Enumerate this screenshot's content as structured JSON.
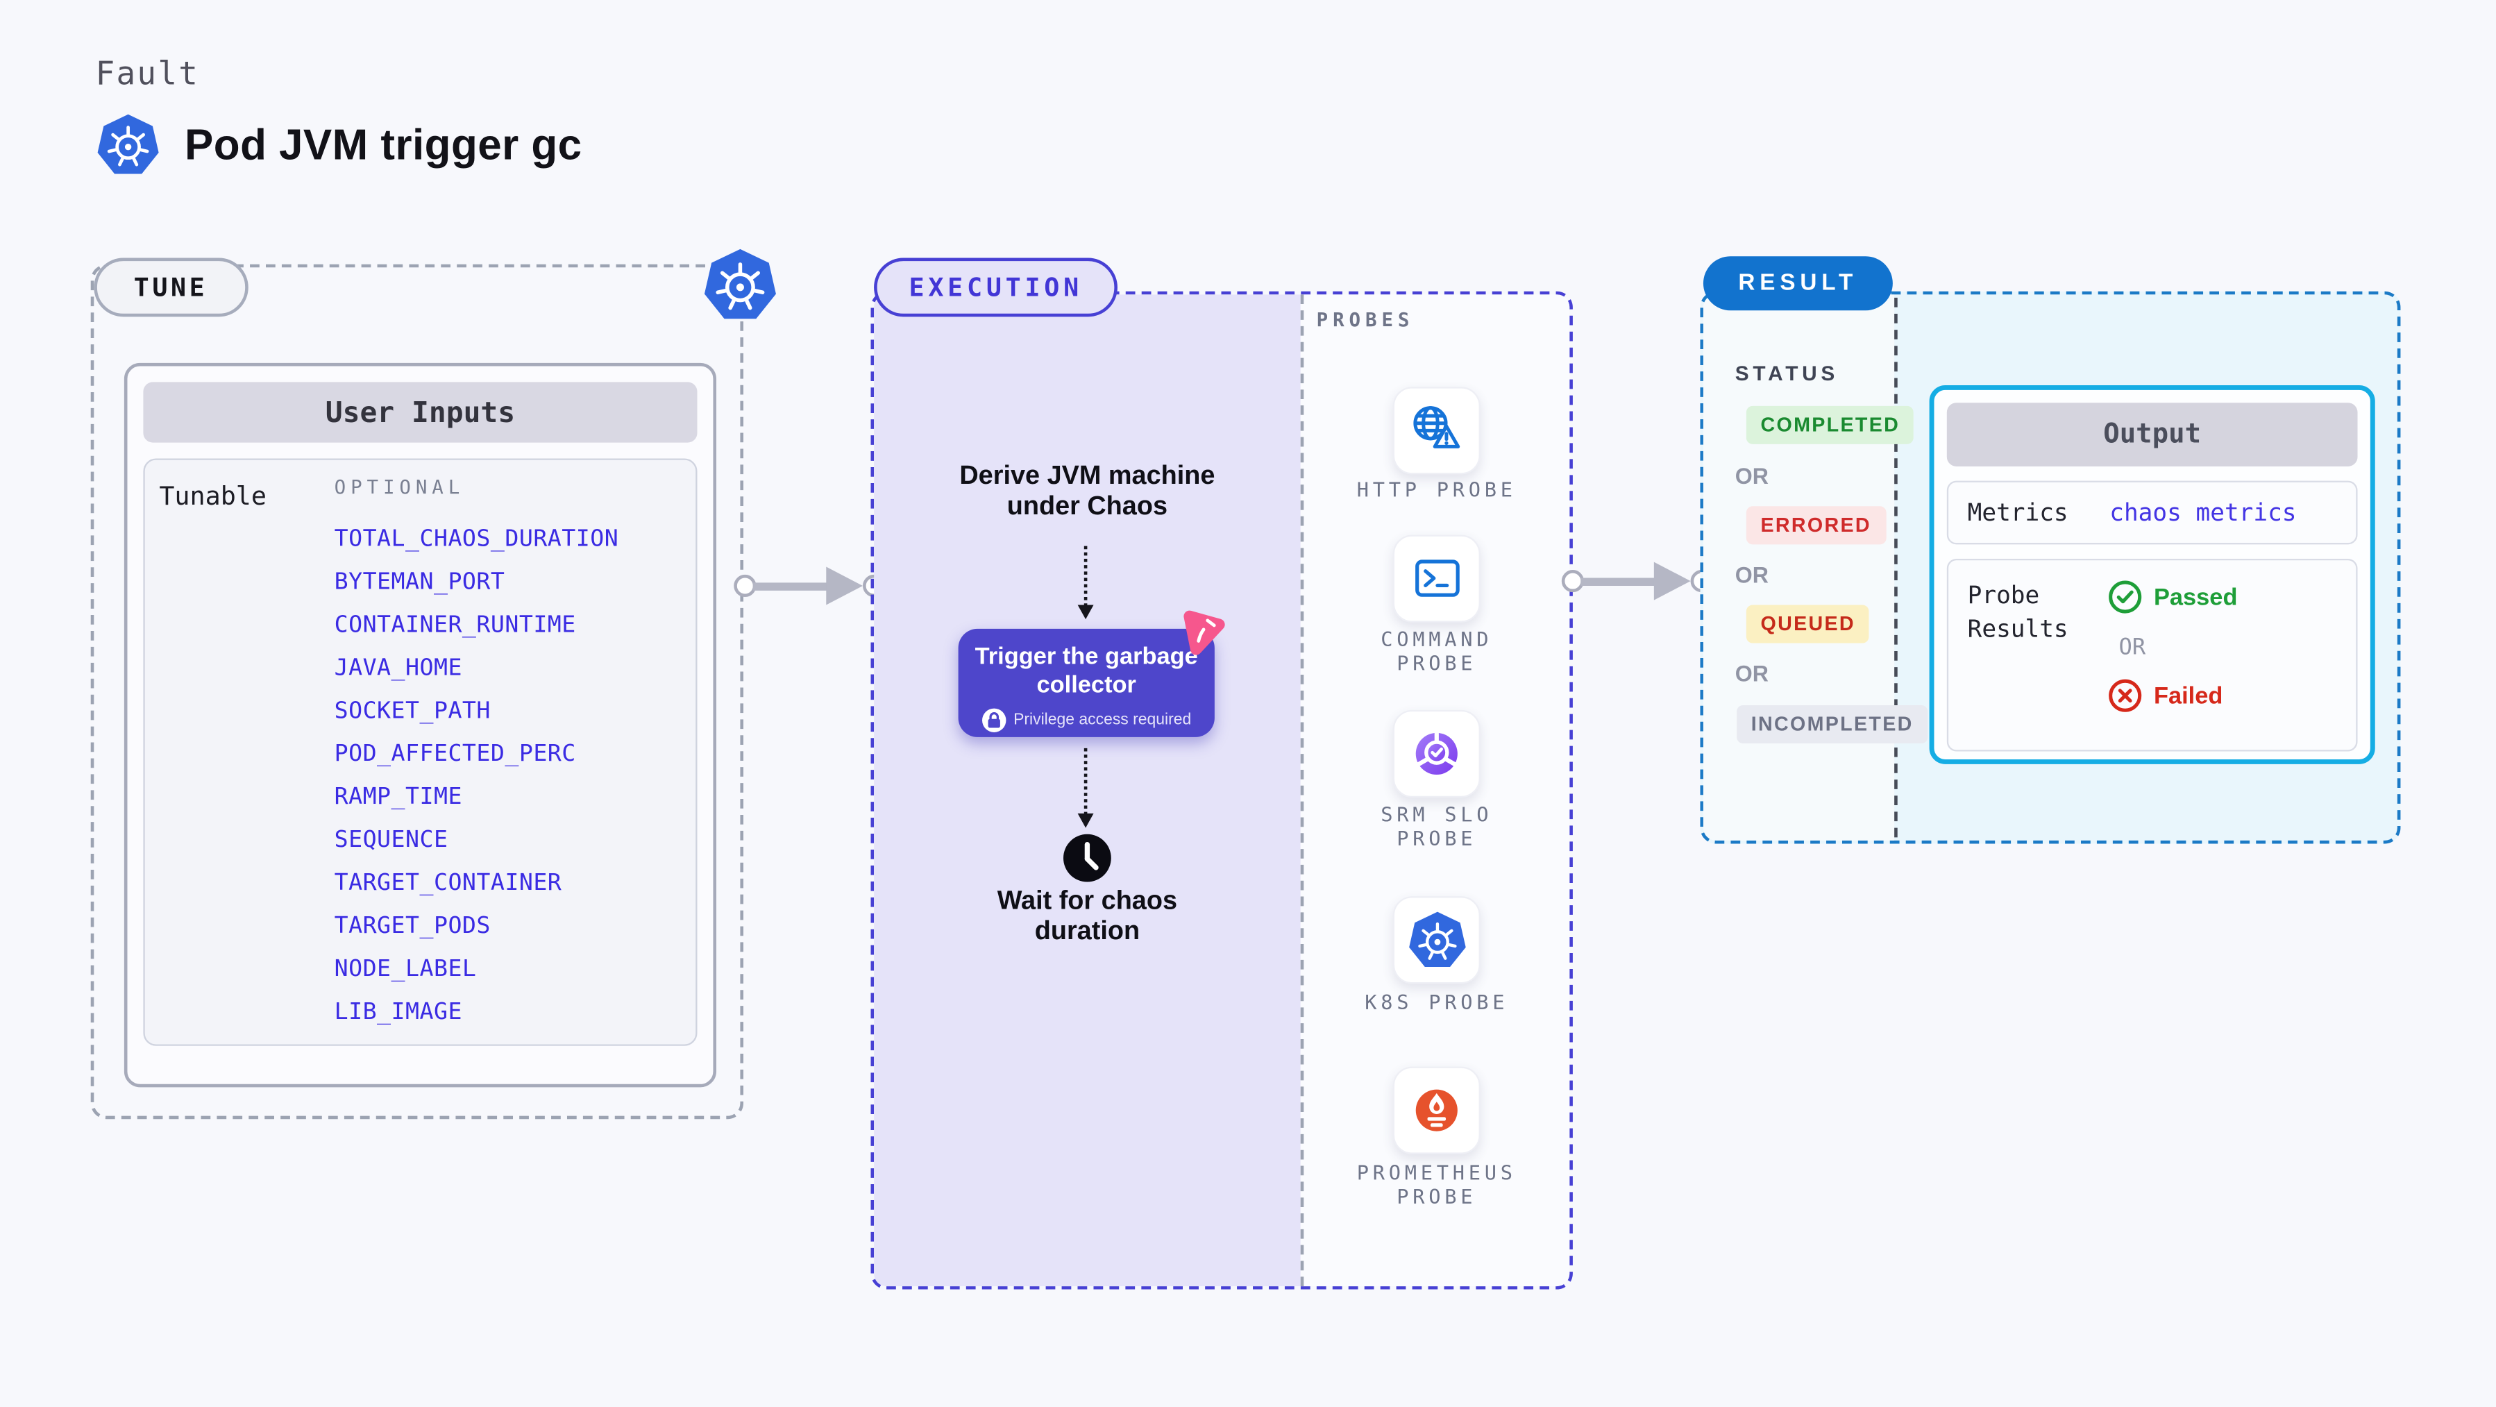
{
  "header": {
    "kicker": "Fault",
    "title": "Pod JVM trigger gc"
  },
  "tune": {
    "badge": "TUNE",
    "panel_title": "User Inputs",
    "group_label": "Tunable",
    "optional_label": "OPTIONAL",
    "inputs": [
      "TOTAL_CHAOS_DURATION",
      "BYTEMAN_PORT",
      "CONTAINER_RUNTIME",
      "JAVA_HOME",
      "SOCKET_PATH",
      "POD_AFFECTED_PERC",
      "RAMP_TIME",
      "SEQUENCE",
      "TARGET_CONTAINER",
      "TARGET_PODS",
      "NODE_LABEL",
      "LIB_IMAGE"
    ]
  },
  "execution": {
    "badge": "EXECUTION",
    "derive_step": "Derive JVM machine under Chaos",
    "action_label": "Trigger the garbage collector",
    "action_note": "Privilege access required",
    "wait_step": "Wait for chaos duration",
    "probes_label": "PROBES",
    "probes": [
      {
        "label": "HTTP PROBE",
        "icon": "http-probe-icon"
      },
      {
        "label": "COMMAND PROBE",
        "icon": "command-probe-icon"
      },
      {
        "label": "SRM SLO PROBE",
        "icon": "srm-slo-probe-icon"
      },
      {
        "label": "K8S PROBE",
        "icon": "k8s-probe-icon"
      },
      {
        "label": "PROMETHEUS PROBE",
        "icon": "prometheus-probe-icon"
      }
    ]
  },
  "result": {
    "badge": "RESULT",
    "status_label": "STATUS",
    "or_label": "OR",
    "statuses": [
      {
        "label": "COMPLETED",
        "fg": "#1A8A30",
        "bg": "#DCF3DC"
      },
      {
        "label": "ERRORED",
        "fg": "#CF2B2B",
        "bg": "#FBE6E6"
      },
      {
        "label": "QUEUED",
        "fg": "#C52A1A",
        "bg": "#FBF0C2"
      },
      {
        "label": "INCOMPLETED",
        "fg": "#6D7285",
        "bg": "#E8EAF1"
      }
    ],
    "output": {
      "title": "Output",
      "metrics_label": "Metrics",
      "metrics_value": "chaos metrics",
      "probe_results_label": "Probe Results",
      "passed_label": "Passed",
      "or_label": "OR",
      "failed_label": "Failed"
    }
  },
  "colors": {
    "page_bg": "#F7F8FC",
    "execution_accent": "#4740D4",
    "execution_fill": "#E5E3F9",
    "action_button": "#4E46CB",
    "chaos_badge_pink": "#F6578D",
    "result_accent": "#1273CE",
    "result_fill": "#E9F6FC",
    "output_border": "#15ADE4",
    "tunable_link_blue": "#3A2BE3",
    "probe_icon_blue": "#1573D8",
    "prometheus_orange": "#E6522C",
    "kubernetes_blue": "#3168DE",
    "passed_green": "#1E9E38",
    "failed_red": "#D6281A"
  }
}
